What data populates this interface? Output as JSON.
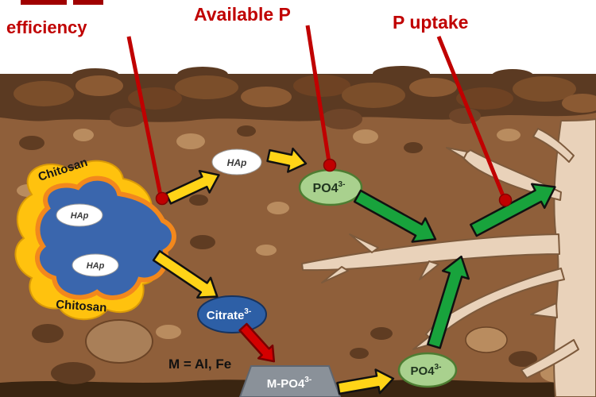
{
  "figure": {
    "callouts": {
      "efficiency": "efficiency",
      "available_p": "Available P",
      "p_uptake": "P uptake"
    },
    "coating": {
      "top": "Chitosan",
      "bottom": "Chitosan"
    },
    "molecules": {
      "hap": "HAp",
      "po4_base": "PO4",
      "po4_sup": "3-",
      "citrate_base": "Citrate",
      "citrate_sup": "3-",
      "mpo4_base": "M-PO4",
      "mpo4_sup": "3-",
      "metal_legend": "M = Al, Fe"
    },
    "colors": {
      "callout_red": "#c00000",
      "arrow_yellow": "#ffd417",
      "arrow_green": "#18a33c",
      "chitosan_yellow": "#ffc20e",
      "chitosan_orange": "#f2881d",
      "core_blue": "#3a66ad",
      "po4_green": "#a9d18e",
      "po4_border": "#4e7d32",
      "citrate_blue": "#2d5fa6",
      "mpo4_gray": "#8a9199",
      "soil_light": "#8f5f3a",
      "soil_dark": "#5b3a22",
      "root_tan": "#e9d2ba"
    }
  }
}
